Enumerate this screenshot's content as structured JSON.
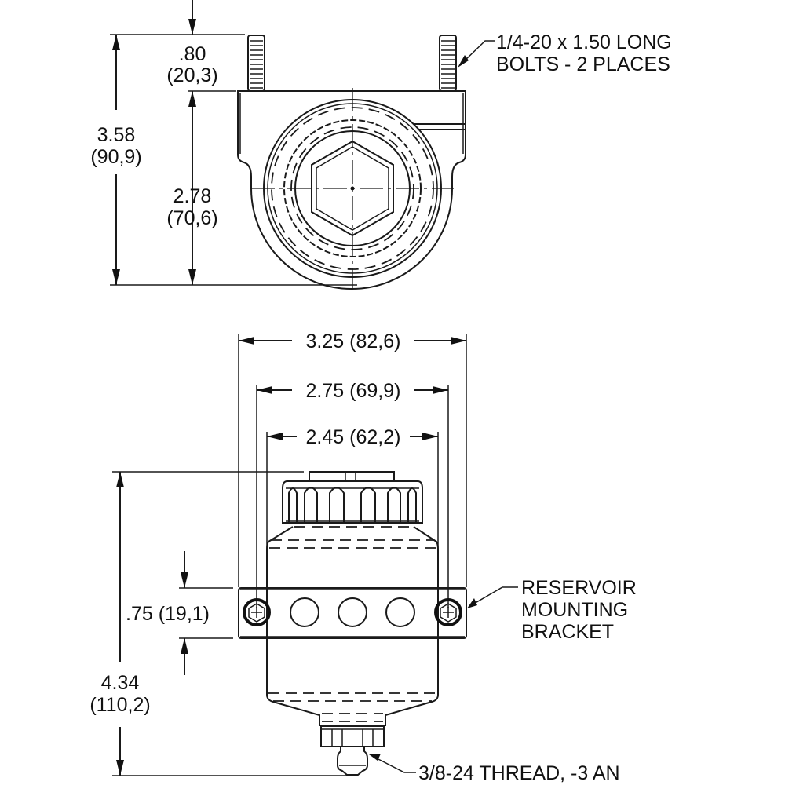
{
  "top_view": {
    "dim_bolt_height": {
      "value": ".80",
      "metric": "(20,3)"
    },
    "dim_overall_height": {
      "value": "3.58",
      "metric": "(90,9)"
    },
    "dim_body_height": {
      "value": "2.78",
      "metric": "(70,6)"
    },
    "callout_bolts": {
      "line1": "1/4-20 x 1.50 LONG",
      "line2": "BOLTS - 2 PLACES"
    }
  },
  "front_view": {
    "dim_bracket_width": "3.25 (82,6)",
    "dim_hole_spacing": "2.75 (69,9)",
    "dim_body_width": "2.45 (62,2)",
    "dim_bracket_height": ".75 (19,1)",
    "dim_overall_height": {
      "value": "4.34",
      "metric": "(110,2)"
    },
    "callout_bracket": {
      "line1": "RESERVOIR",
      "line2": "MOUNTING",
      "line3": "BRACKET"
    },
    "callout_thread": "3/8-24 THREAD, -3 AN"
  },
  "colors": {
    "ink": "#1a1a1a",
    "paper": "#ffffff"
  }
}
